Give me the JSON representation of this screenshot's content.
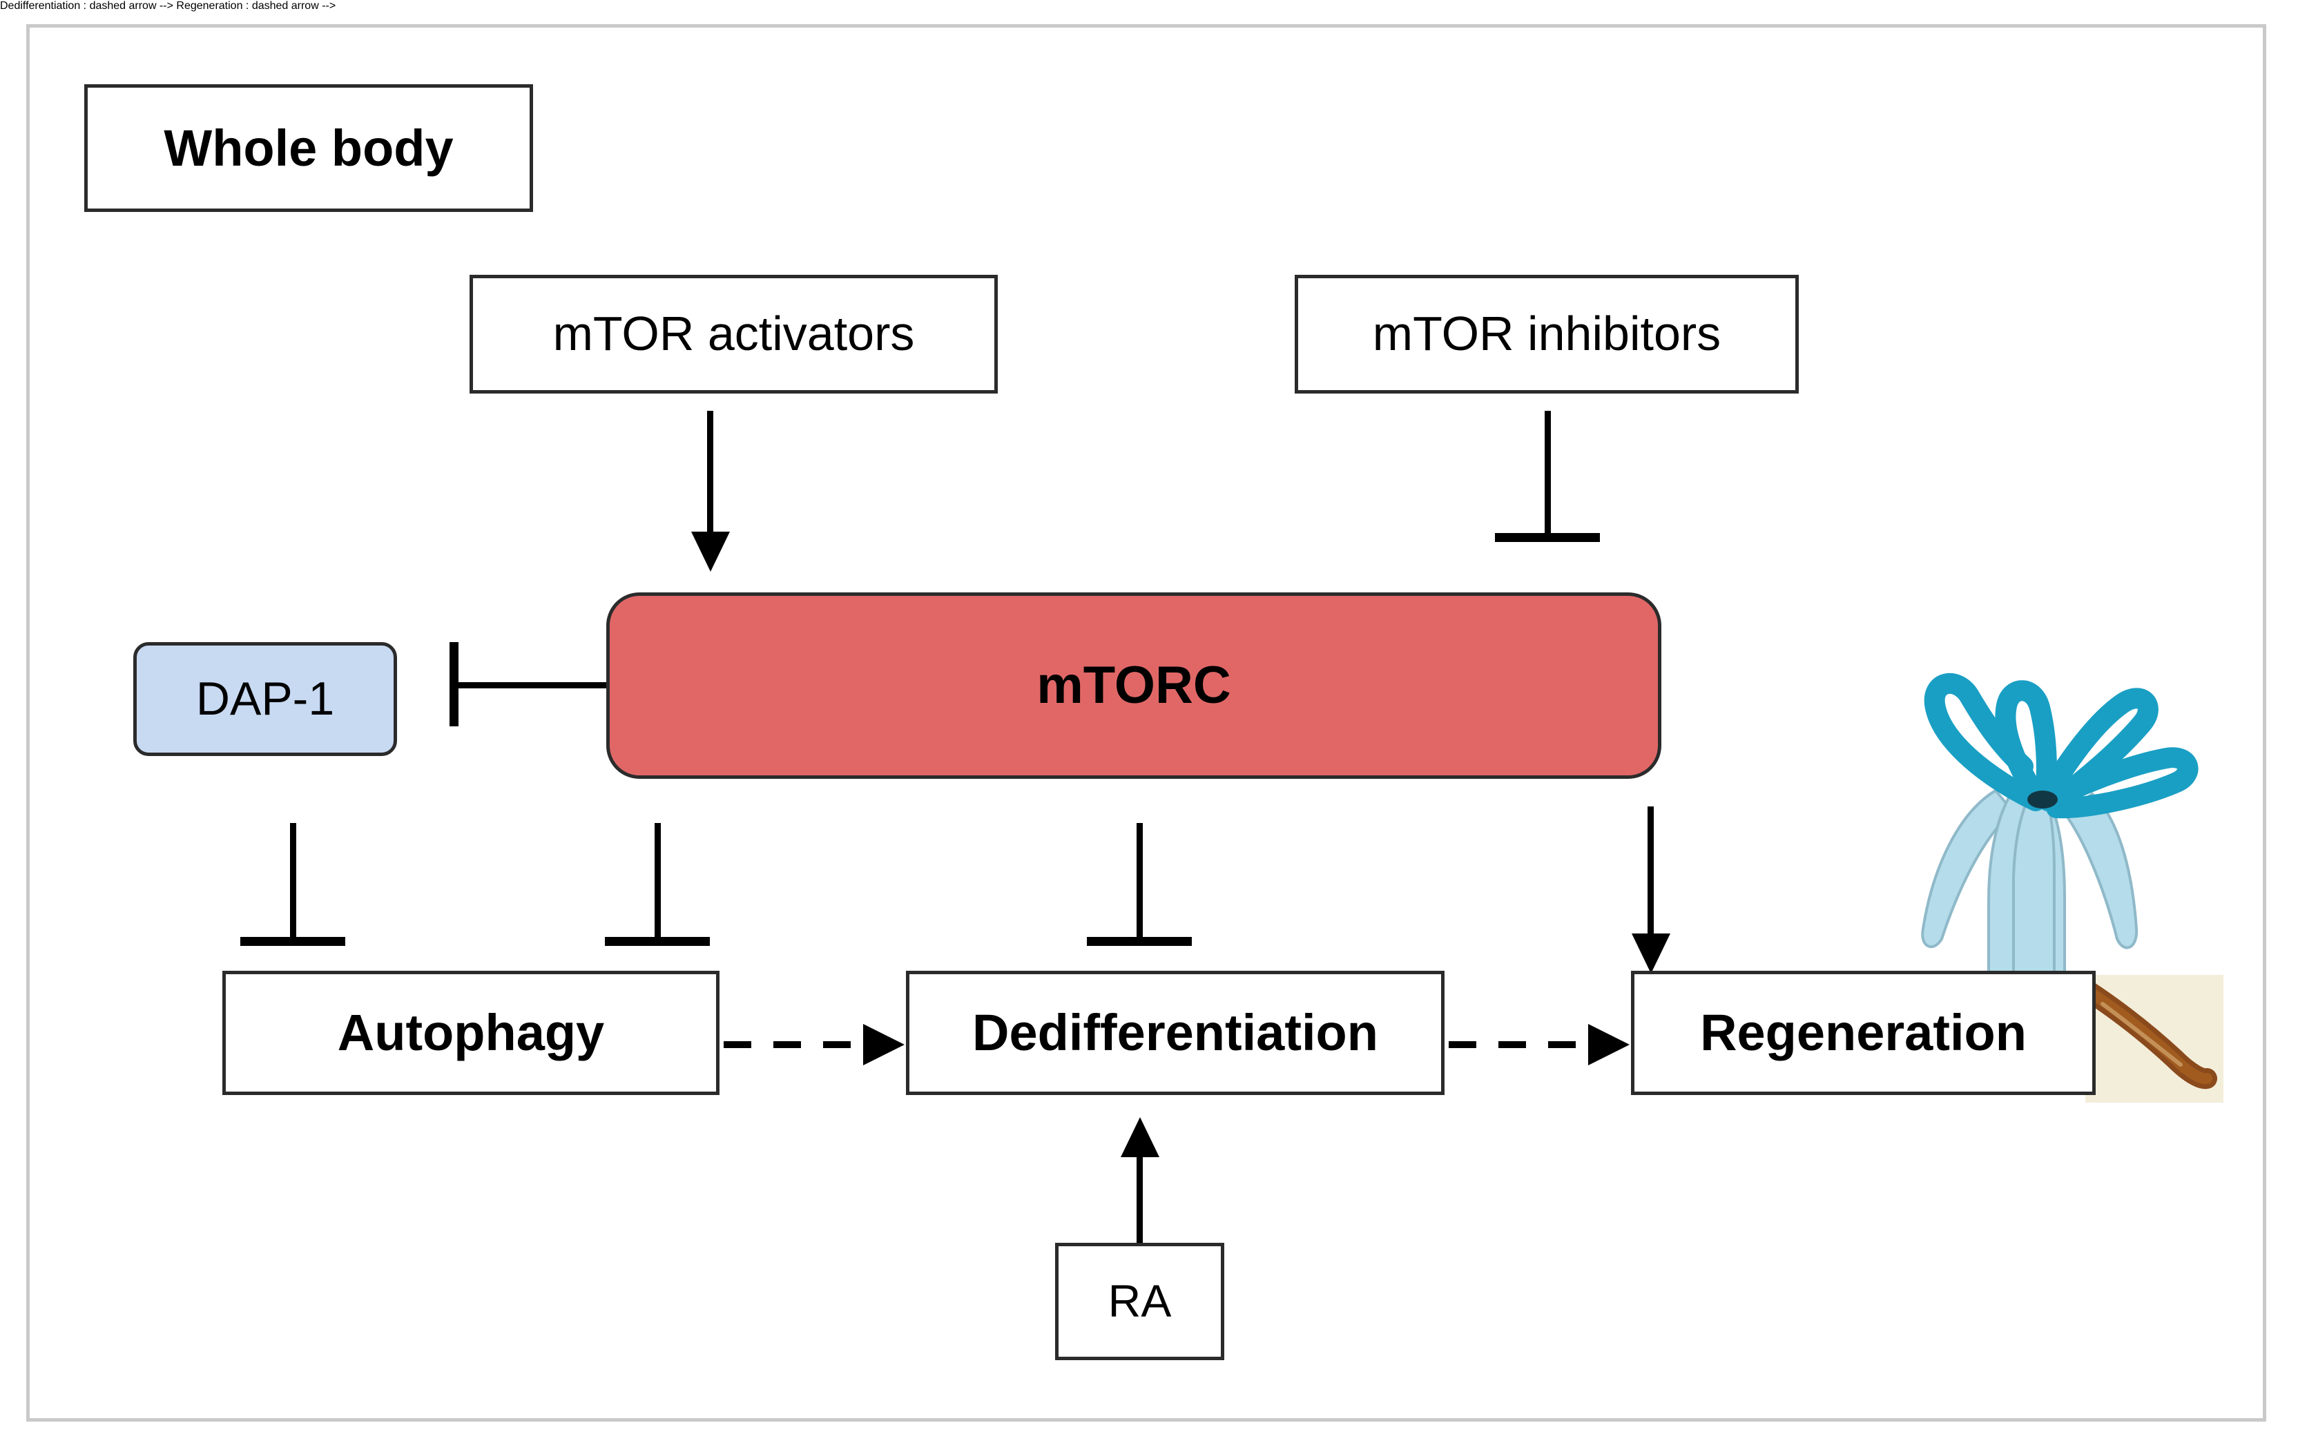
{
  "figure": {
    "title_box": "Whole body",
    "nodes": {
      "whole_body": "Whole body",
      "mtor_activators": "mTOR activators",
      "mtor_inhibitors": "mTOR inhibitors",
      "dap1": "DAP-1",
      "mtorc": "mTORC",
      "autophagy": "Autophagy",
      "dedifferentiation": "Dedifferentiation",
      "regeneration": "Regeneration",
      "ra": "RA"
    },
    "colors": {
      "mtorc_fill": "#e16767",
      "dap1_fill": "#c8d9f2",
      "box_stroke": "#2b2b2b",
      "outer_frame": "#c9c9c9",
      "hydra_tentacle": "#1a9fc4",
      "hydra_body": "#b4dcea",
      "planarian_body": "#8a4a1c",
      "planarian_background": "#f3eeda"
    },
    "edges": [
      {
        "from": "mTOR activators",
        "to": "mTORC",
        "kind": "activation-arrow",
        "style": "solid"
      },
      {
        "from": "mTOR inhibitors",
        "to": "mTORC",
        "kind": "inhibition-tbar",
        "style": "solid"
      },
      {
        "from": "mTORC",
        "to": "DAP-1",
        "kind": "inhibition-tbar",
        "style": "solid"
      },
      {
        "from": "mTORC",
        "to": "Autophagy",
        "kind": "inhibition-tbar",
        "style": "solid"
      },
      {
        "from": "mTORC",
        "to": "Autophagy",
        "kind": "inhibition-tbar",
        "style": "solid"
      },
      {
        "from": "mTORC",
        "to": "Dedifferentiation",
        "kind": "inhibition-tbar",
        "style": "solid"
      },
      {
        "from": "mTORC",
        "to": "Regeneration",
        "kind": "activation-arrow",
        "style": "solid"
      },
      {
        "from": "Autophagy",
        "to": "Dedifferentiation",
        "kind": "activation-arrow",
        "style": "dashed"
      },
      {
        "from": "Dedifferentiation",
        "to": "Regeneration",
        "kind": "activation-arrow",
        "style": "dashed"
      },
      {
        "from": "RA",
        "to": "Dedifferentiation",
        "kind": "activation-arrow",
        "style": "solid"
      }
    ],
    "organisms": [
      {
        "name": "hydra",
        "kind": "illustration"
      },
      {
        "name": "planarian",
        "kind": "photograph"
      }
    ]
  }
}
